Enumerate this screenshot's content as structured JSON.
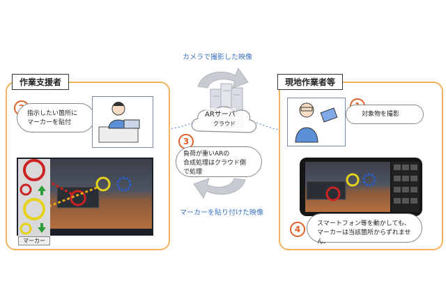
{
  "captions": {
    "top": "カメラで撮影した映像",
    "bottom": "マーカーを貼り付けた映像"
  },
  "left_panel": {
    "title": "作業支援者",
    "step_number": "2",
    "bubble_text": [
      "指示したい箇所に",
      "マーカーを貼付"
    ],
    "marker_label": "マーカー"
  },
  "right_panel": {
    "title": "現地作業者等",
    "step_number": "1",
    "bubble_text": [
      "対象物を撮影"
    ],
    "step4_number": "4",
    "note_text": [
      "スマートフォン等を動かしても、",
      "マーカーは当該箇所からずれません。"
    ]
  },
  "cloud": {
    "server_label": "ARサーバ",
    "cloud_label": "クラウド",
    "step_number": "3",
    "bubble_text": [
      "負荷が重いARの",
      "合成処理はクラウド側",
      "で処理"
    ]
  },
  "colors": {
    "panel_border": "#f2b25d",
    "step_number": "#e0602a",
    "caption_text": "#3a70c0",
    "arrow_gray": "#c8ccd2"
  },
  "icons": [
    "person-at-desk-icon",
    "person-with-phone-icon",
    "server-icon",
    "cloud-icon",
    "cycle-arrow-icon"
  ]
}
